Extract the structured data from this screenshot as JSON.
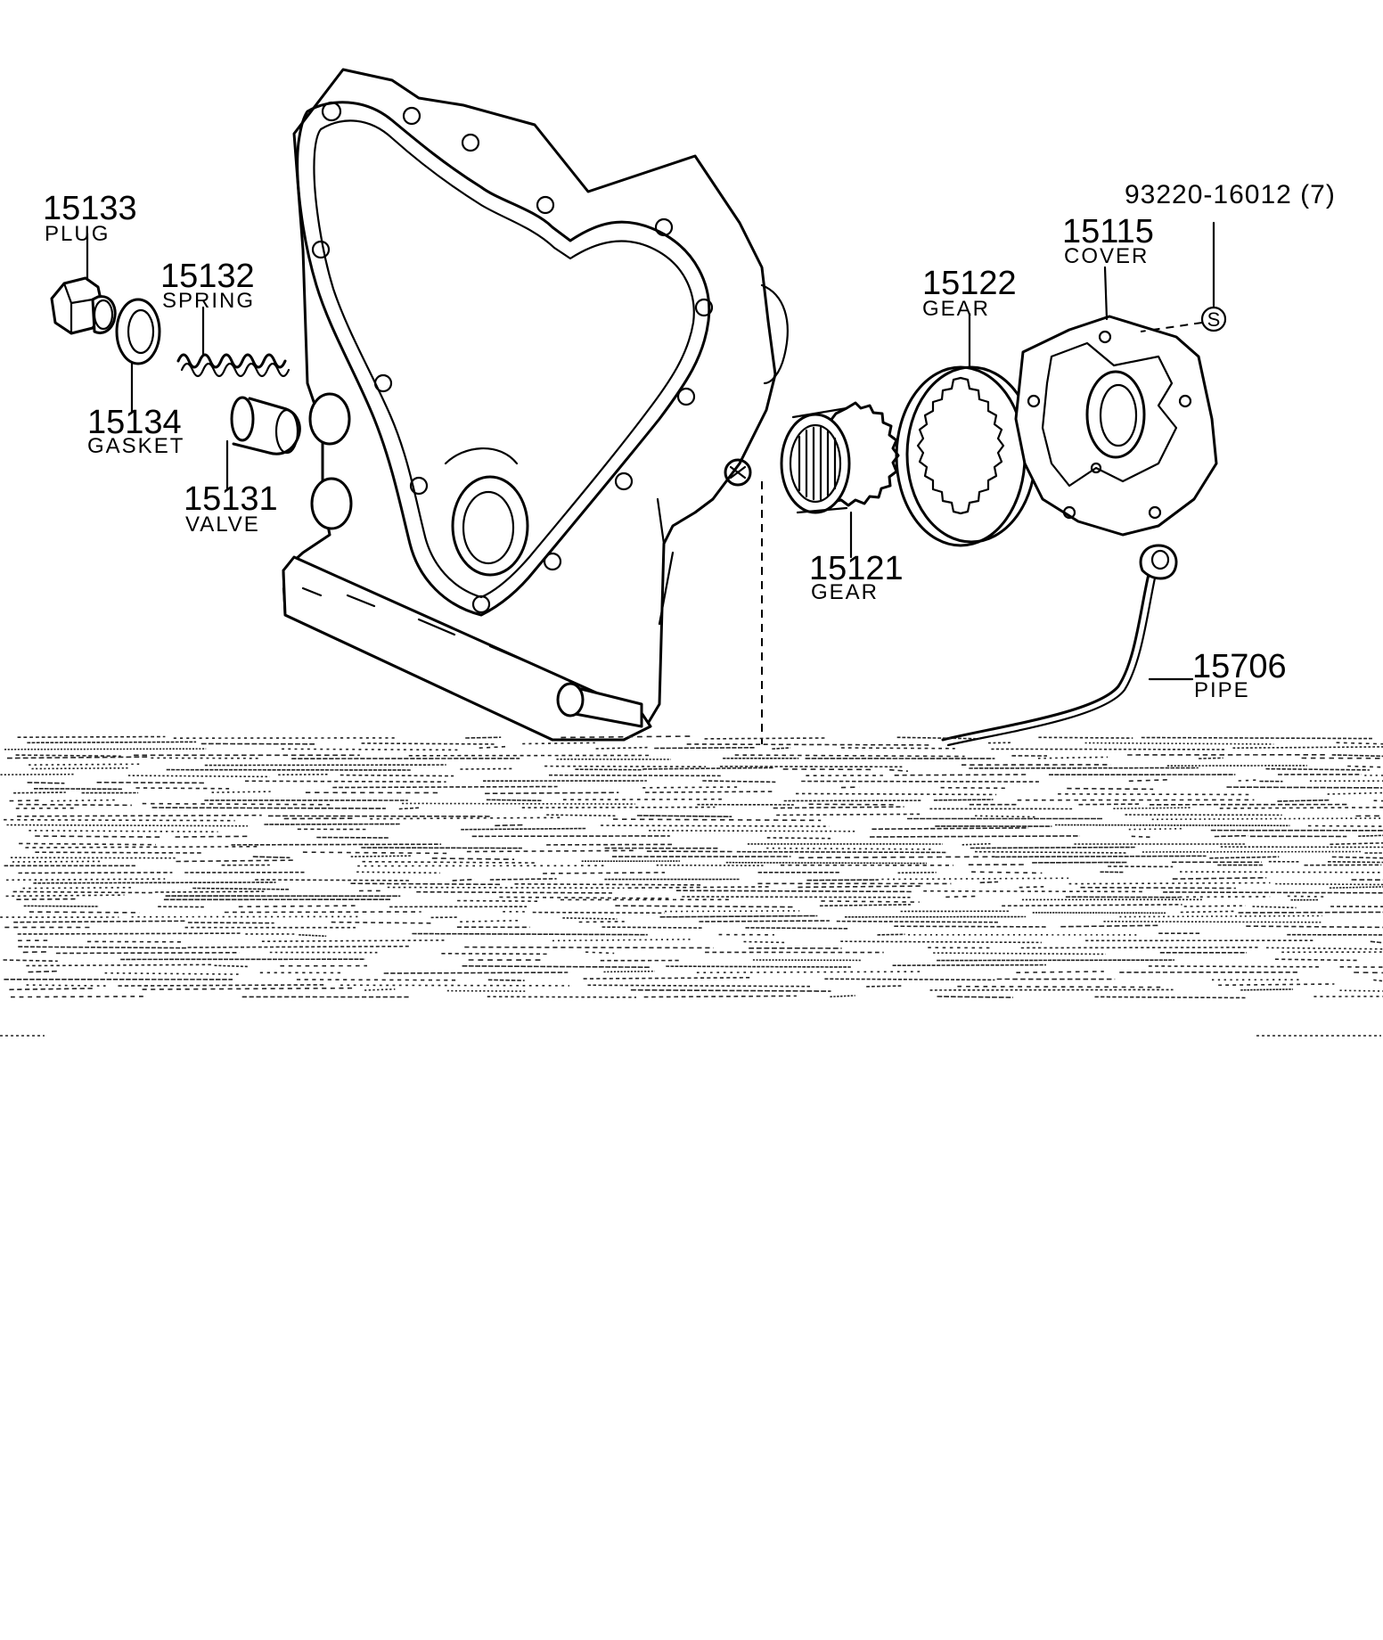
{
  "parts": [
    {
      "id": "plug",
      "number": "15133",
      "name": "PLUG"
    },
    {
      "id": "spring",
      "number": "15132",
      "name": "SPRING"
    },
    {
      "id": "gasket",
      "number": "15134",
      "name": "GASKET"
    },
    {
      "id": "valve",
      "number": "15131",
      "name": "VALVE"
    },
    {
      "id": "gear-inner",
      "number": "15121",
      "name": "GEAR"
    },
    {
      "id": "gear-outer",
      "number": "15122",
      "name": "GEAR"
    },
    {
      "id": "cover",
      "number": "15115",
      "name": "COVER"
    },
    {
      "id": "pipe",
      "number": "15706",
      "name": "PIPE"
    }
  ],
  "screw_ref": {
    "number": "93220-16012 (7)",
    "symbol": "S"
  },
  "colors": {
    "ink": "#000000",
    "paper": "#ffffff"
  }
}
